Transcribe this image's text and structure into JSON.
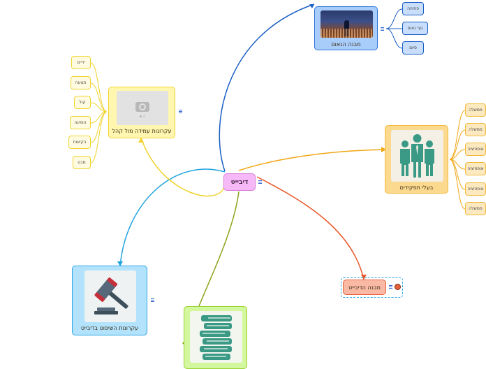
{
  "colors": {
    "central_fill": "#f6b8f6",
    "central_border": "#d77bd7",
    "yellow_fill": "#fff7b0",
    "yellow_border": "#f1d531",
    "blue_fill": "#a9cdfb",
    "blue_border": "#2f74d8",
    "orange_fill": "#fbd98f",
    "orange_border": "#f3ba3c",
    "sky_fill": "#b3e2fc",
    "sky_border": "#2ea7e6",
    "green_fill": "#d3f79c",
    "green_border": "#9ad233",
    "salmon_fill": "#f9b9a4",
    "salmon_border": "#e8603b",
    "dark_blue_line": "#1a5fc4",
    "orange_line": "#f2a614",
    "red_line": "#e8582a",
    "sky_line": "#1fa3df",
    "olive_line": "#8aa51c",
    "yellow_line": "#f0d22a"
  },
  "central": {
    "label": "דיבייט"
  },
  "stage_structure": {
    "label": "מבנה הנאום",
    "children": [
      "פתיחה",
      "גוף נאום",
      "סיום"
    ]
  },
  "public_speaking": {
    "label": "עקרונות עמידה מול קהל",
    "image_icon": "camera-placeholder-icon",
    "children": [
      "ידיים",
      "תנועה",
      "קול",
      "הופעה",
      "בקיאות",
      "מבט"
    ]
  },
  "roles": {
    "label": "בעלי תפקידים",
    "image_icon": "business-team-icon",
    "children": [
      "ממשלה",
      "ממשלה",
      "אופוזיציה",
      "אופוזיציה",
      "אופוזיציה",
      "ממשלה"
    ]
  },
  "judging": {
    "label": "עקרונות השיפוט בדיבייט",
    "image_icon": "gavel-icon"
  },
  "debate_structure": {
    "label": "מבנה הדיבייט"
  },
  "books": {
    "image_icon": "books-stack-icon"
  }
}
